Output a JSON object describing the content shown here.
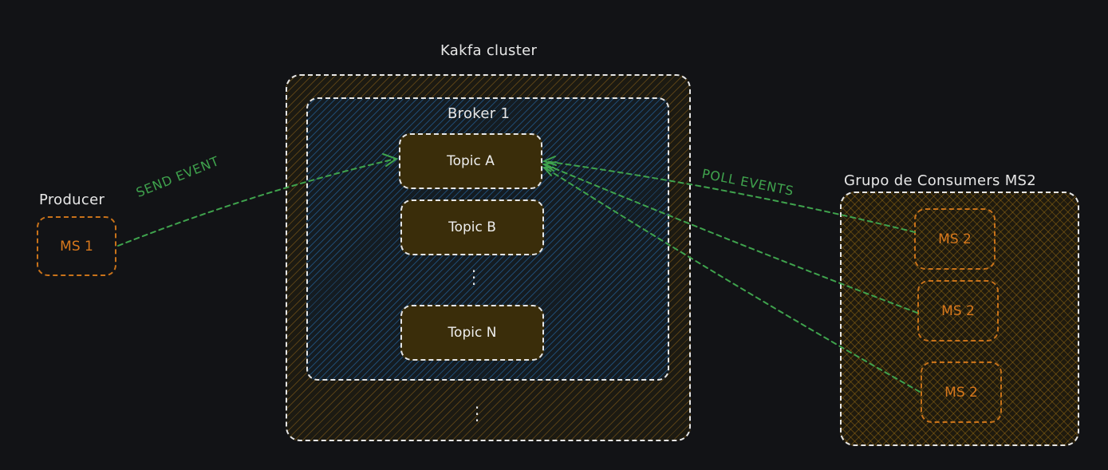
{
  "cluster": {
    "title": "Kakfa cluster"
  },
  "broker": {
    "title": "Broker 1",
    "topics": [
      "Topic A",
      "Topic B",
      "Topic N"
    ]
  },
  "producer": {
    "title": "Producer",
    "service": "MS 1"
  },
  "consumer_group": {
    "title": "Grupo de Consumers MS2",
    "services": [
      "MS 2",
      "MS 2",
      "MS 2"
    ]
  },
  "edges": {
    "send_label": "SEND EVENT",
    "poll_label": "POLL EVENTS"
  },
  "colors": {
    "arrow": "#3fa34d",
    "service_border": "#c8721a",
    "topic_fill": "#3a2d0a",
    "broker_hatch": "#286eaf",
    "cluster_hatch": "#dc961e"
  }
}
